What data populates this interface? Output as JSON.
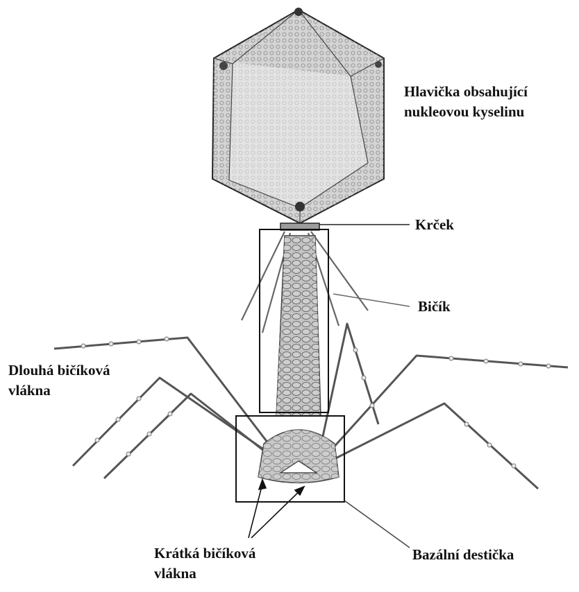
{
  "labels": {
    "head_line1": "Hlavička obsahující",
    "head_line2": "nukleovou kyselinu",
    "collar": "Krček",
    "tail": "Bičík",
    "long_fibers_line1": "Dlouhá bičíková",
    "long_fibers_line2": "vlákna",
    "short_fibers_line1": "Krátká bičíková",
    "short_fibers_line2": "vlákna",
    "baseplate": "Bazální destička"
  },
  "colors": {
    "ink": "#111111",
    "head_fill": "#d6d6d6",
    "head_light": "#ececec",
    "tail_fill": "#b9b9b9",
    "fiber": "#555555"
  }
}
